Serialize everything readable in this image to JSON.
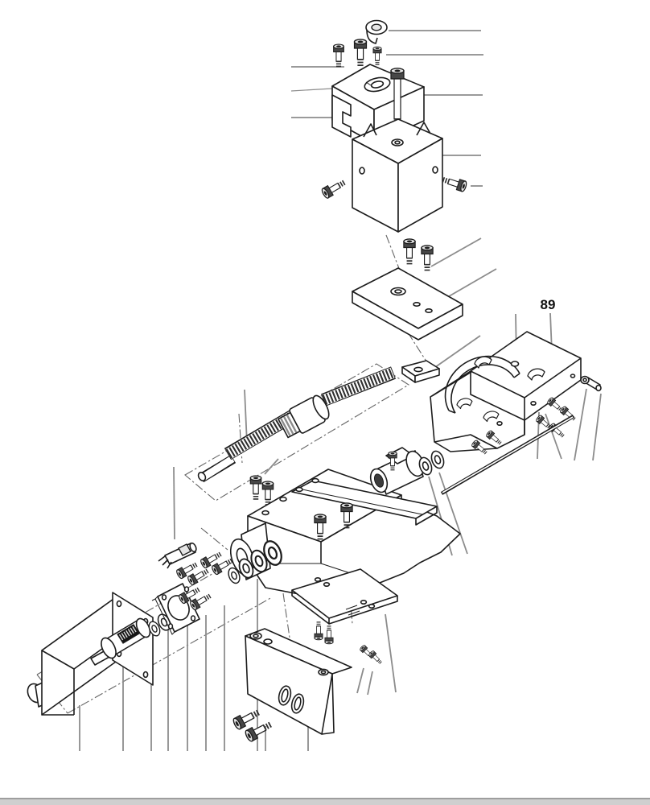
{
  "figure": {
    "type": "exploded-assembly-diagram",
    "subject": "motorized machine slide exploded parts view",
    "part_label": "89"
  },
  "colors": {
    "line": "#1c1c1c",
    "leader": "#8c8c8c",
    "centerline": "#666666",
    "paper": "#ffffff",
    "footer_bar": "#cfcfcf",
    "footer_edge": "#9e9e9e"
  }
}
